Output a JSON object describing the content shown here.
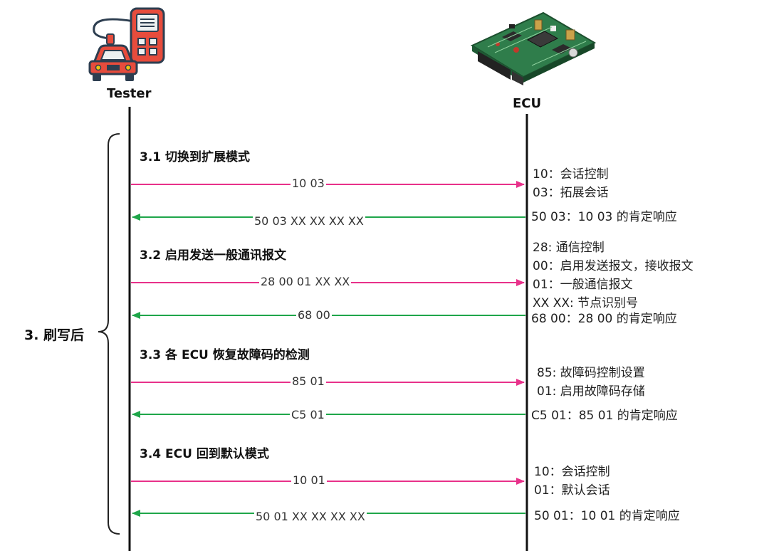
{
  "actors": {
    "tester": "Tester",
    "ecu": "ECU"
  },
  "bracket_label": "3. 刷写后",
  "colors": {
    "request_arrow": "#e8318a",
    "response_arrow": "#1fa64a",
    "lifeline": "#111111"
  },
  "icons": {
    "tester": "car-with-diagnostic-tester-icon",
    "ecu": "circuit-board-icon"
  },
  "steps": [
    {
      "title": "3.1  切换到扩展模式",
      "request": "10 03",
      "response": "50 03  XX XX XX XX",
      "request_desc": [
        "10：会话控制",
        "03：拓展会话"
      ],
      "response_desc": "50 03：10 03 的肯定响应"
    },
    {
      "title": "3.2 启用发送一般通讯报文",
      "request": "28 00 01 XX XX",
      "response": "68 00",
      "request_desc": [
        "28: 通信控制",
        "00：启用发送报文，接收报文",
        "01：一般通信报文",
        "XX XX: 节点识别号"
      ],
      "response_desc": "68 00：28 00 的肯定响应"
    },
    {
      "title": "3.3 各 ECU 恢复故障码的检测",
      "request": "85 01",
      "response": "C5 01",
      "request_desc": [
        "85: 故障码控制设置",
        "01: 启用故障码存储"
      ],
      "response_desc": "C5 01：85  01 的肯定响应"
    },
    {
      "title": "3.4  ECU 回到默认模式",
      "request": "10 01",
      "response": "50 01  XX XX XX XX",
      "request_desc": [
        "10：会话控制",
        "01：默认会话"
      ],
      "response_desc": "50 01：10 01 的肯定响应"
    }
  ]
}
